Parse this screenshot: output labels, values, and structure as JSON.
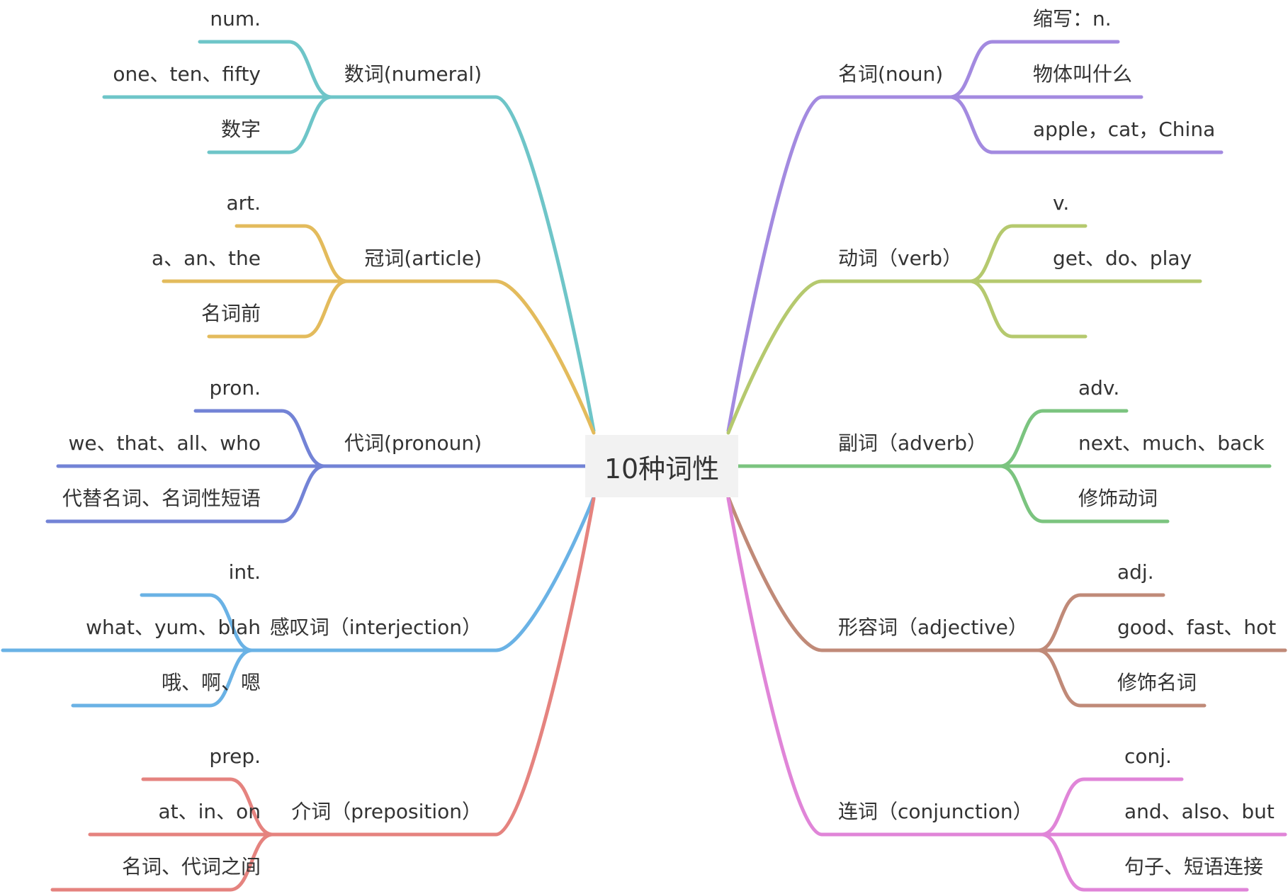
{
  "root": {
    "label": "10种词性"
  },
  "branches": [
    {
      "side": "left",
      "label": "数词(numeral)",
      "color": "#6ec5c8",
      "children": [
        "num.",
        "one、ten、fifty",
        "数字"
      ]
    },
    {
      "side": "left",
      "label": "冠词(article)",
      "color": "#e3bb5c",
      "children": [
        "art.",
        "a、an、the",
        "名词前"
      ]
    },
    {
      "side": "left",
      "label": "代词(pronoun)",
      "color": "#7383d6",
      "children": [
        "pron.",
        "we、that、all、who",
        "代替名词、名词性短语"
      ]
    },
    {
      "side": "left",
      "label": "感叹词（interjection）",
      "color": "#6ab2e5",
      "children": [
        "int.",
        "what、yum、blah",
        "哦、啊、嗯"
      ]
    },
    {
      "side": "left",
      "label": "介词（preposition）",
      "color": "#e5837f",
      "children": [
        "prep.",
        "at、in、on",
        "名词、代词之间"
      ]
    },
    {
      "side": "right",
      "label": "名词(noun)",
      "color": "#a38ae0",
      "children": [
        "缩写：n.",
        "物体叫什么",
        "apple，cat，China"
      ]
    },
    {
      "side": "right",
      "label": "动词（verb）",
      "color": "#b5c96e",
      "children": [
        "v.",
        "get、do、play",
        ""
      ]
    },
    {
      "side": "right",
      "label": "副词（adverb）",
      "color": "#7bc47f",
      "children": [
        "adv.",
        "next、much、back",
        "修饰动词"
      ]
    },
    {
      "side": "right",
      "label": "形容词（adjective）",
      "color": "#c08a78",
      "children": [
        "adj.",
        "good、fast、hot",
        "修饰名词"
      ]
    },
    {
      "side": "right",
      "label": "连词（conjunction）",
      "color": "#e085d8",
      "children": [
        "conj.",
        "and、also、but",
        "句子、短语连接"
      ]
    }
  ]
}
